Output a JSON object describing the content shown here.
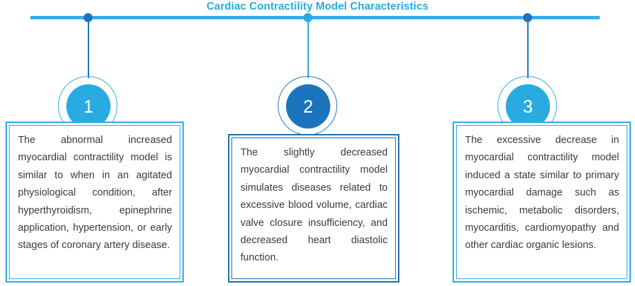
{
  "title": "Cardiac Contractility Model Characteristics",
  "colors": {
    "title_blue": "#29ABE2",
    "timeline_blue": "#35AEEE",
    "dark_blue": "#1C75BC",
    "light_blue": "#29ABE2",
    "text_gray": "#3a3a3a"
  },
  "nodes": [
    {
      "number": "1",
      "dot_color": "#1C75BC",
      "connector_color": "#1C75BC",
      "ring_color": "#29ABE2",
      "fill_color": "#29ABE2",
      "box_outer_color": "#29ABE2",
      "box_inner_color": "#29ABE2",
      "text": "The abnormal increased myocardial contractility model is similar to when in an agitated physiological condition, after hyperthyroidism, epinephrine application, hypertension, or early stages of coronary artery disease."
    },
    {
      "number": "2",
      "dot_color": "#29ABE2",
      "connector_color": "#29ABE2",
      "ring_color": "#1C75BC",
      "fill_color": "#1C75BC",
      "box_outer_color": "#1C6BA8",
      "box_inner_color": "#1C6BA8",
      "text": "The slightly decreased myocardial contractility model simulates diseases related to excessive blood volume, cardiac valve closure insufficiency, and decreased heart diastolic function."
    },
    {
      "number": "3",
      "dot_color": "#1C75BC",
      "connector_color": "#1C75BC",
      "ring_color": "#29ABE2",
      "fill_color": "#29ABE2",
      "box_outer_color": "#29ABE2",
      "box_inner_color": "#29ABE2",
      "text": "The excessive decrease in myocardial contractility model induced a state similar to primary myocardial damage such as ischemic, metabolic disorders, myocarditis, cardiomyopathy and other cardiac organic lesions."
    }
  ]
}
